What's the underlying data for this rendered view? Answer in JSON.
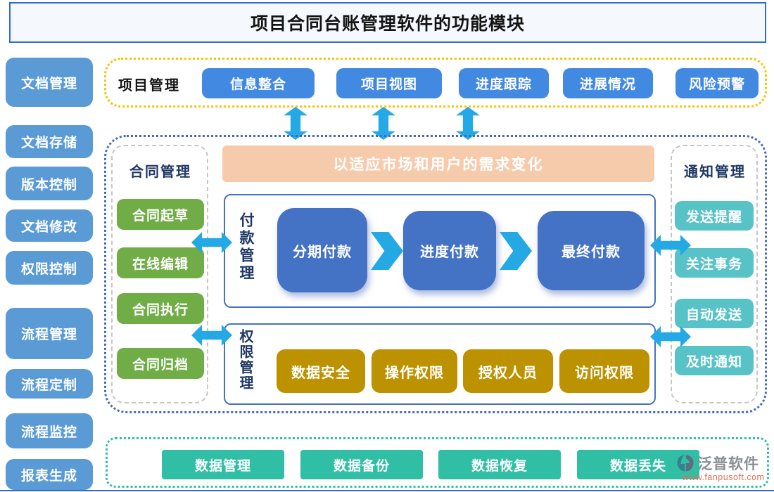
{
  "title": "项目合同台账管理软件的功能模块",
  "sidebar": {
    "items": [
      {
        "label": "文档管理"
      },
      {
        "label": "文档存储"
      },
      {
        "label": "版本控制"
      },
      {
        "label": "文档修改"
      },
      {
        "label": "权限控制"
      },
      {
        "label": "流程管理"
      },
      {
        "label": "流程定制"
      },
      {
        "label": "流程监控"
      },
      {
        "label": "报表生成"
      }
    ]
  },
  "project_section": {
    "label": "项目管理",
    "buttons": [
      {
        "label": "信息整合"
      },
      {
        "label": "项目视图"
      },
      {
        "label": "进度跟踪"
      },
      {
        "label": "进展情况"
      },
      {
        "label": "风险预警"
      }
    ]
  },
  "banner_text": "以适应市场和用户的需求变化",
  "contract_panel": {
    "title": "合同管理",
    "buttons": [
      {
        "label": "合同起草"
      },
      {
        "label": "在线编辑"
      },
      {
        "label": "合同执行"
      },
      {
        "label": "合同归档"
      }
    ]
  },
  "payment_box": {
    "title": "付款管理",
    "steps": [
      "分期付款",
      "进度付款",
      "最终付款"
    ]
  },
  "permission_box": {
    "title": "权限管理",
    "buttons": [
      {
        "label": "数据安全"
      },
      {
        "label": "操作权限"
      },
      {
        "label": "授权人员"
      },
      {
        "label": "访问权限"
      }
    ]
  },
  "notify_panel": {
    "title": "通知管理",
    "buttons": [
      {
        "label": "发送提醒"
      },
      {
        "label": "关注事务"
      },
      {
        "label": "自动发送"
      },
      {
        "label": "及时通知"
      }
    ]
  },
  "data_section": {
    "buttons": [
      {
        "label": "数据管理"
      },
      {
        "label": "数据备份"
      },
      {
        "label": "数据恢复"
      },
      {
        "label": "数据丢失"
      }
    ]
  },
  "logo": {
    "name": "泛普软件",
    "url": "www.fanpusoft.com"
  },
  "colors": {
    "sidebar_blue": "#5B9BD5",
    "top_blue": "#4289E2",
    "node_blue": "#4472C4",
    "green": "#70AD47",
    "teal": "#58C3C7",
    "flat_teal": "#30BFA5",
    "gold": "#BC9200",
    "pink_banner": "#F6CBAC",
    "arrow_cyan": "#24A9E4",
    "dash_yellow": "#FFC000",
    "dash_blue": "#4467C9",
    "dash_green": "#2EBFA5",
    "title_border": "#2F6BD7"
  }
}
